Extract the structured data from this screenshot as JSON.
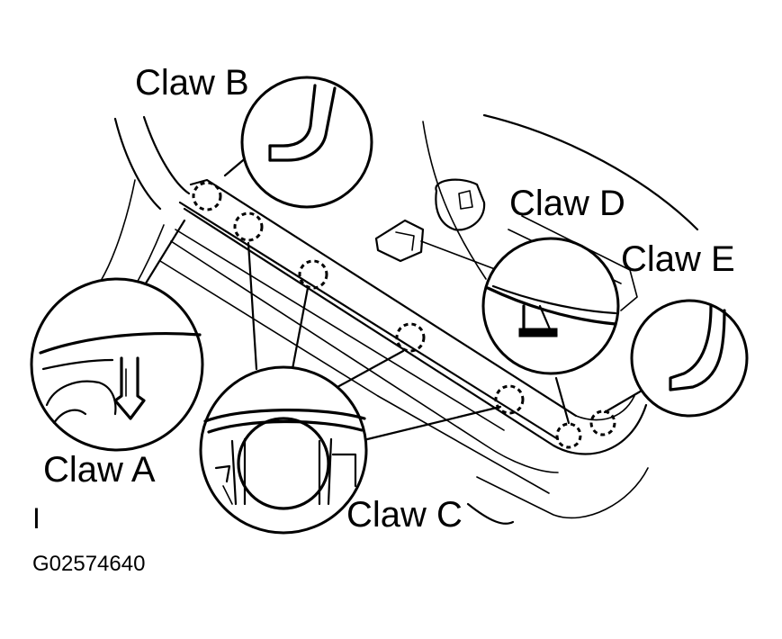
{
  "labels": {
    "claw_a": "Claw A",
    "claw_b": "Claw B",
    "claw_c": "Claw C",
    "claw_d": "Claw D",
    "claw_e": "Claw E",
    "marker": "I",
    "figure_code": "G02574640"
  }
}
